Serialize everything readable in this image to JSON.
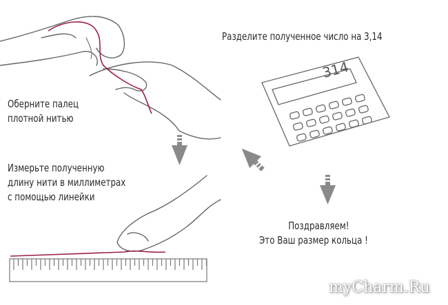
{
  "steps": {
    "wrap": {
      "line1": "Оберните палец",
      "line2": "плотной нитью"
    },
    "measure": {
      "line1": "Измерьте полученную",
      "line2": "длину нити в миллиметрах",
      "line3": "с помощью линейки"
    },
    "divide": {
      "line1": "Разделите полученное число на 3,14"
    },
    "result": {
      "line1": "Поздравляем!",
      "line2": "Это Ваш размер кольца !"
    }
  },
  "calculator": {
    "display": "314"
  },
  "watermark": "myCharm.Ru",
  "colors": {
    "thread": "#9b1f4f",
    "arrow": "#8a8a8a",
    "ink": "#555555"
  }
}
